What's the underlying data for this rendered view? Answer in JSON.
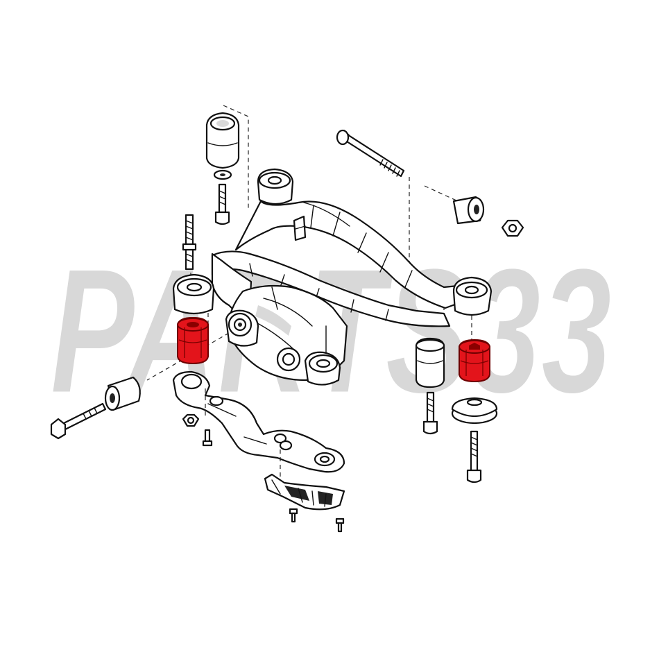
{
  "watermark": {
    "text": "PARTS33",
    "fill_color": "#d8d8d8",
    "outline_color": "#ffffff"
  },
  "colors": {
    "line": "#111111",
    "highlight": "#e3141b",
    "background": "#ffffff"
  },
  "parts": {
    "highlighted": [
      "left-front-subframe-bushing",
      "right-front-subframe-bushing"
    ],
    "count_highlighted": 2
  }
}
